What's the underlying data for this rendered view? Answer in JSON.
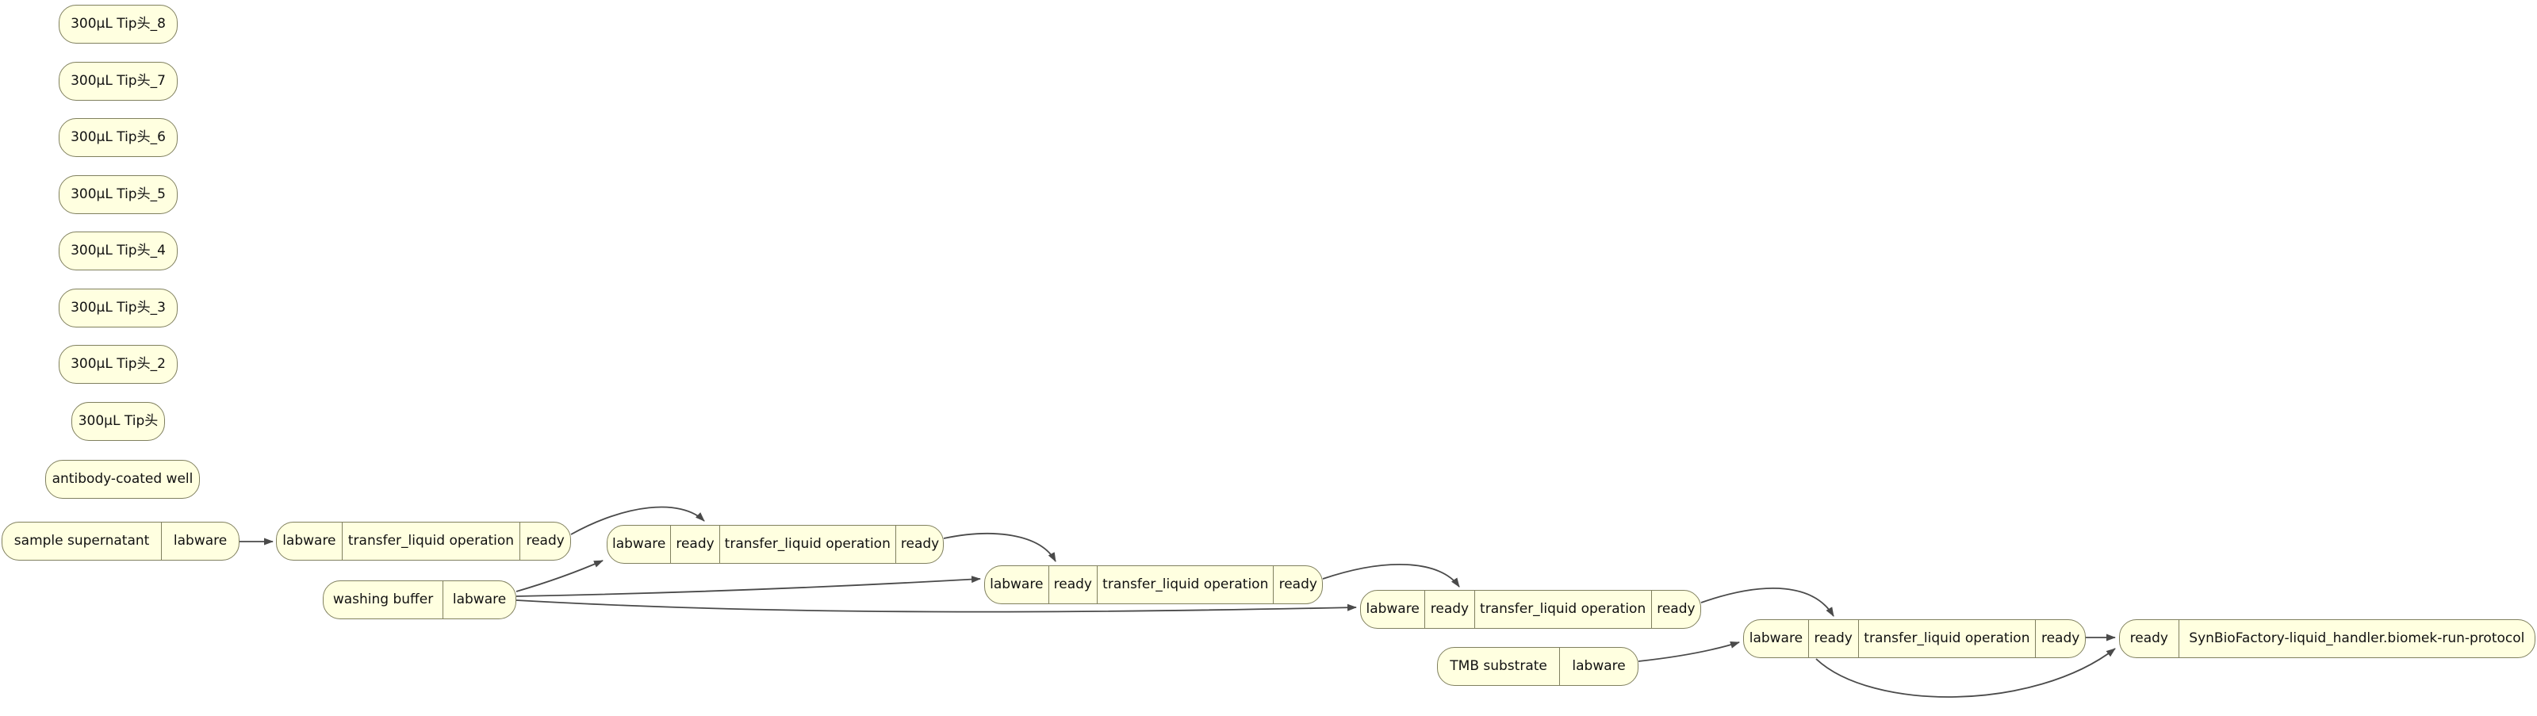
{
  "diagram": {
    "type": "workflow-graph",
    "background_color": "#ffffff",
    "node_fill_color": "#ffffe0",
    "node_border_color": "#80805f",
    "edge_color": "#4a4a4a",
    "nodes": [
      {
        "id": "tip-8",
        "fields": [
          "300μL Tip头_8"
        ]
      },
      {
        "id": "tip-7",
        "fields": [
          "300μL Tip头_7"
        ]
      },
      {
        "id": "tip-6",
        "fields": [
          "300μL Tip头_6"
        ]
      },
      {
        "id": "tip-5",
        "fields": [
          "300μL Tip头_5"
        ]
      },
      {
        "id": "tip-4",
        "fields": [
          "300μL Tip头_4"
        ]
      },
      {
        "id": "tip-3",
        "fields": [
          "300μL Tip头_3"
        ]
      },
      {
        "id": "tip-2",
        "fields": [
          "300μL Tip头_2"
        ]
      },
      {
        "id": "tip-1",
        "fields": [
          "300μL Tip头"
        ]
      },
      {
        "id": "antibody-well",
        "fields": [
          "antibody-coated well"
        ]
      },
      {
        "id": "sample",
        "fields": [
          "sample supernatant",
          "labware"
        ]
      },
      {
        "id": "transfer-op-1",
        "fields": [
          "labware",
          "transfer_liquid operation",
          "ready"
        ]
      },
      {
        "id": "transfer-op-2",
        "fields": [
          "labware",
          "ready",
          "transfer_liquid operation",
          "ready"
        ]
      },
      {
        "id": "washing-buffer",
        "fields": [
          "washing buffer",
          "labware"
        ]
      },
      {
        "id": "transfer-op-3",
        "fields": [
          "labware",
          "ready",
          "transfer_liquid operation",
          "ready"
        ]
      },
      {
        "id": "transfer-op-4",
        "fields": [
          "labware",
          "ready",
          "transfer_liquid operation",
          "ready"
        ]
      },
      {
        "id": "tmb-substrate",
        "fields": [
          "TMB substrate",
          "labware"
        ]
      },
      {
        "id": "transfer-op-5",
        "fields": [
          "labware",
          "ready",
          "transfer_liquid operation",
          "ready"
        ]
      },
      {
        "id": "run-protocol",
        "fields": [
          "ready",
          "SynBioFactory-liquid_handler.biomek-run-protocol"
        ]
      }
    ],
    "edges": [
      {
        "from": "sample.labware",
        "to": "transfer-op-1.labware"
      },
      {
        "from": "transfer-op-1.ready",
        "to": "transfer-op-2.ready"
      },
      {
        "from": "washing-buffer.labware",
        "to": "transfer-op-2.labware"
      },
      {
        "from": "washing-buffer.labware",
        "to": "transfer-op-3.labware"
      },
      {
        "from": "washing-buffer.labware",
        "to": "transfer-op-4.labware"
      },
      {
        "from": "transfer-op-2.ready",
        "to": "transfer-op-3.ready"
      },
      {
        "from": "transfer-op-3.ready",
        "to": "transfer-op-4.ready"
      },
      {
        "from": "transfer-op-4.ready",
        "to": "transfer-op-5.ready"
      },
      {
        "from": "tmb-substrate.labware",
        "to": "transfer-op-5.labware"
      },
      {
        "from": "transfer-op-5.ready",
        "to": "run-protocol.ready"
      },
      {
        "from": "transfer-op-5.ready",
        "to": "run-protocol.ready",
        "route": "under"
      }
    ]
  }
}
